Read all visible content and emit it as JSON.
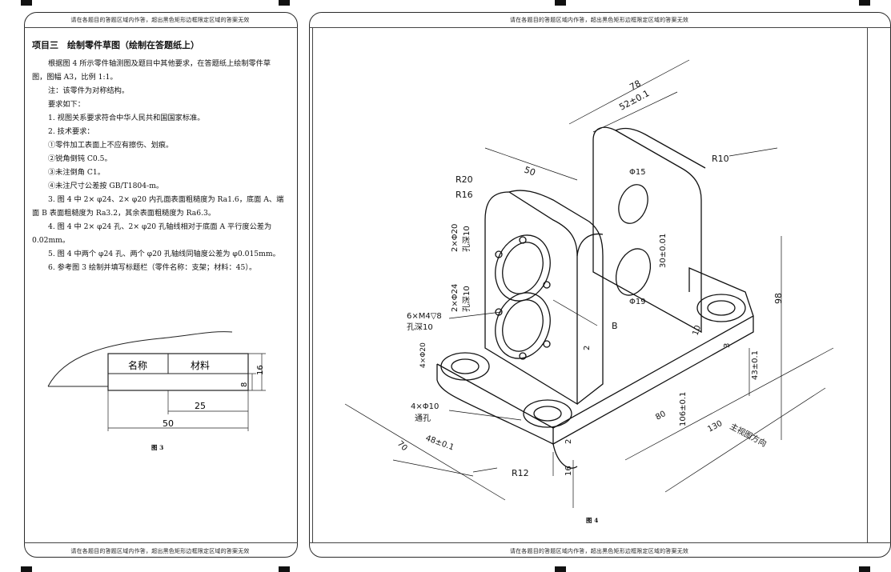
{
  "notice": "请在各题目的答题区域内作答，超出黑色矩形边框限定区域的答案无效",
  "left": {
    "title": "项目三　绘制零件草图（绘制在答题纸上）",
    "lines": [
      "根据图 4 所示零件轴测图及题目中其他要求，在答题纸上绘制零件草",
      "图，图幅 A3，比例 1:1。",
      "注：该零件为对称结构。",
      "要求如下：",
      "1. 视图关系要求符合中华人民共和国国家标准。",
      "2. 技术要求：",
      "①零件加工表面上不应有擦伤、划痕。",
      "②锐角倒钝 C0.5。",
      "③未注倒角 C1。",
      "④未注尺寸公差按 GB/T1804-m。",
      "3. 图 4 中 2× φ24、2× φ20 内孔面表面粗糙度为 Ra1.6，底面 A、端",
      "面 B 表面粗糙度为 Ra3.2，其余表面粗糙度为 Ra6.3。",
      "4. 图 4 中 2× φ24 孔、2× φ20 孔轴线相对于底面 A 平行度公差为",
      "0.02mm。",
      "5. 图 4 中两个 φ24 孔、两个 φ20 孔轴线同轴度公差为 φ0.015mm。",
      "6. 参考图 3 绘制并填写标题栏（零件名称：支架；材料：45）。"
    ],
    "title_block": {
      "name_label": "名称",
      "material_label": "材料",
      "dim_16": "16",
      "dim_8": "8",
      "dim_25": "25",
      "dim_50": "50"
    },
    "fig_caption": "图 3"
  },
  "right": {
    "fig_caption": "图 4",
    "labels": {
      "d78": "78",
      "d52": "52±0.1",
      "d50": "50",
      "r20": "R20",
      "r16": "R16",
      "r10": "R10",
      "phi15": "Φ15",
      "phi19": "Φ19",
      "d30": "30±0.01",
      "d98": "98",
      "hole20": "2×Φ20",
      "hole20b": "孔深10",
      "hole24": "2×Φ24",
      "hole24b": "孔深10",
      "m4": "6×M4▽8",
      "m4b": "孔深10",
      "b": "B",
      "d2a": "2",
      "d4x": "4×Φ20",
      "d4phi10": "4×Φ10",
      "tongkong": "通孔",
      "d10": "10",
      "d3": "3",
      "d43": "43±0.1",
      "d80": "80",
      "d106": "106±0.1",
      "d130": "130",
      "d48": "48±0.1",
      "d70": "70",
      "d2b": "2",
      "d16": "16",
      "r12": "R12",
      "main_view": "主视图方向"
    }
  }
}
